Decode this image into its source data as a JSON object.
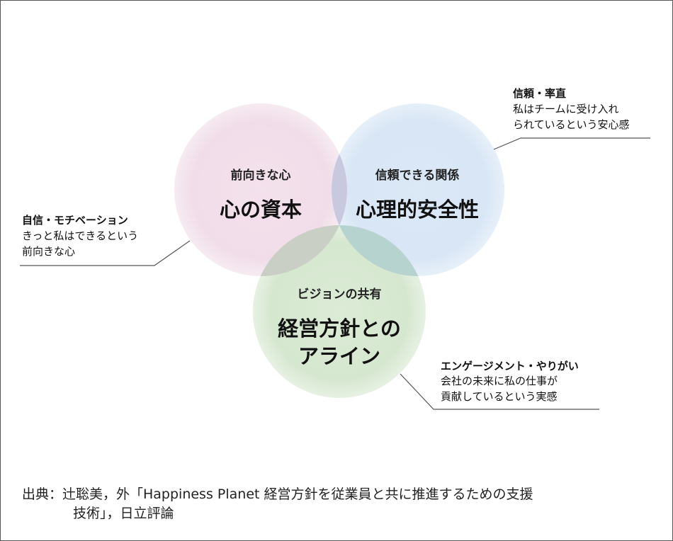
{
  "circles": [
    {
      "id": "pink",
      "subtitle": "前向きな心",
      "title": "心の資本",
      "color": "#f3e2ec"
    },
    {
      "id": "blue",
      "subtitle": "信頼できる関係",
      "title": "心理的安全性",
      "color": "#dde9f6"
    },
    {
      "id": "green",
      "subtitle": "ビジョンの共有",
      "title_line1": "経営方針との",
      "title_line2": "アライン",
      "color": "#dcebd7"
    }
  ],
  "annotations": {
    "left": {
      "title": "自信・モチベーション",
      "lines": [
        "きっと私はできるという",
        "前向きな心"
      ]
    },
    "top_right": {
      "title": "信頼・率直",
      "lines": [
        "私はチームに受け入れ",
        "られているという安心感"
      ]
    },
    "bottom_right": {
      "title": "エンゲージメント・やりがい",
      "lines": [
        "会社の未来に私の仕事が",
        "貢献しているという実感"
      ]
    }
  },
  "source": {
    "line1": "出典：辻聡美，外「Happiness Planet 経営方針を従業員と共に推進するための支援",
    "line2": "技術」，日立評論"
  },
  "colors": {
    "overlap_pink_blue": "#c8c9de",
    "overlap_pink_green": "#c9cfc4",
    "overlap_blue_green": "#b6d3cf",
    "leader_line": "#555555"
  }
}
